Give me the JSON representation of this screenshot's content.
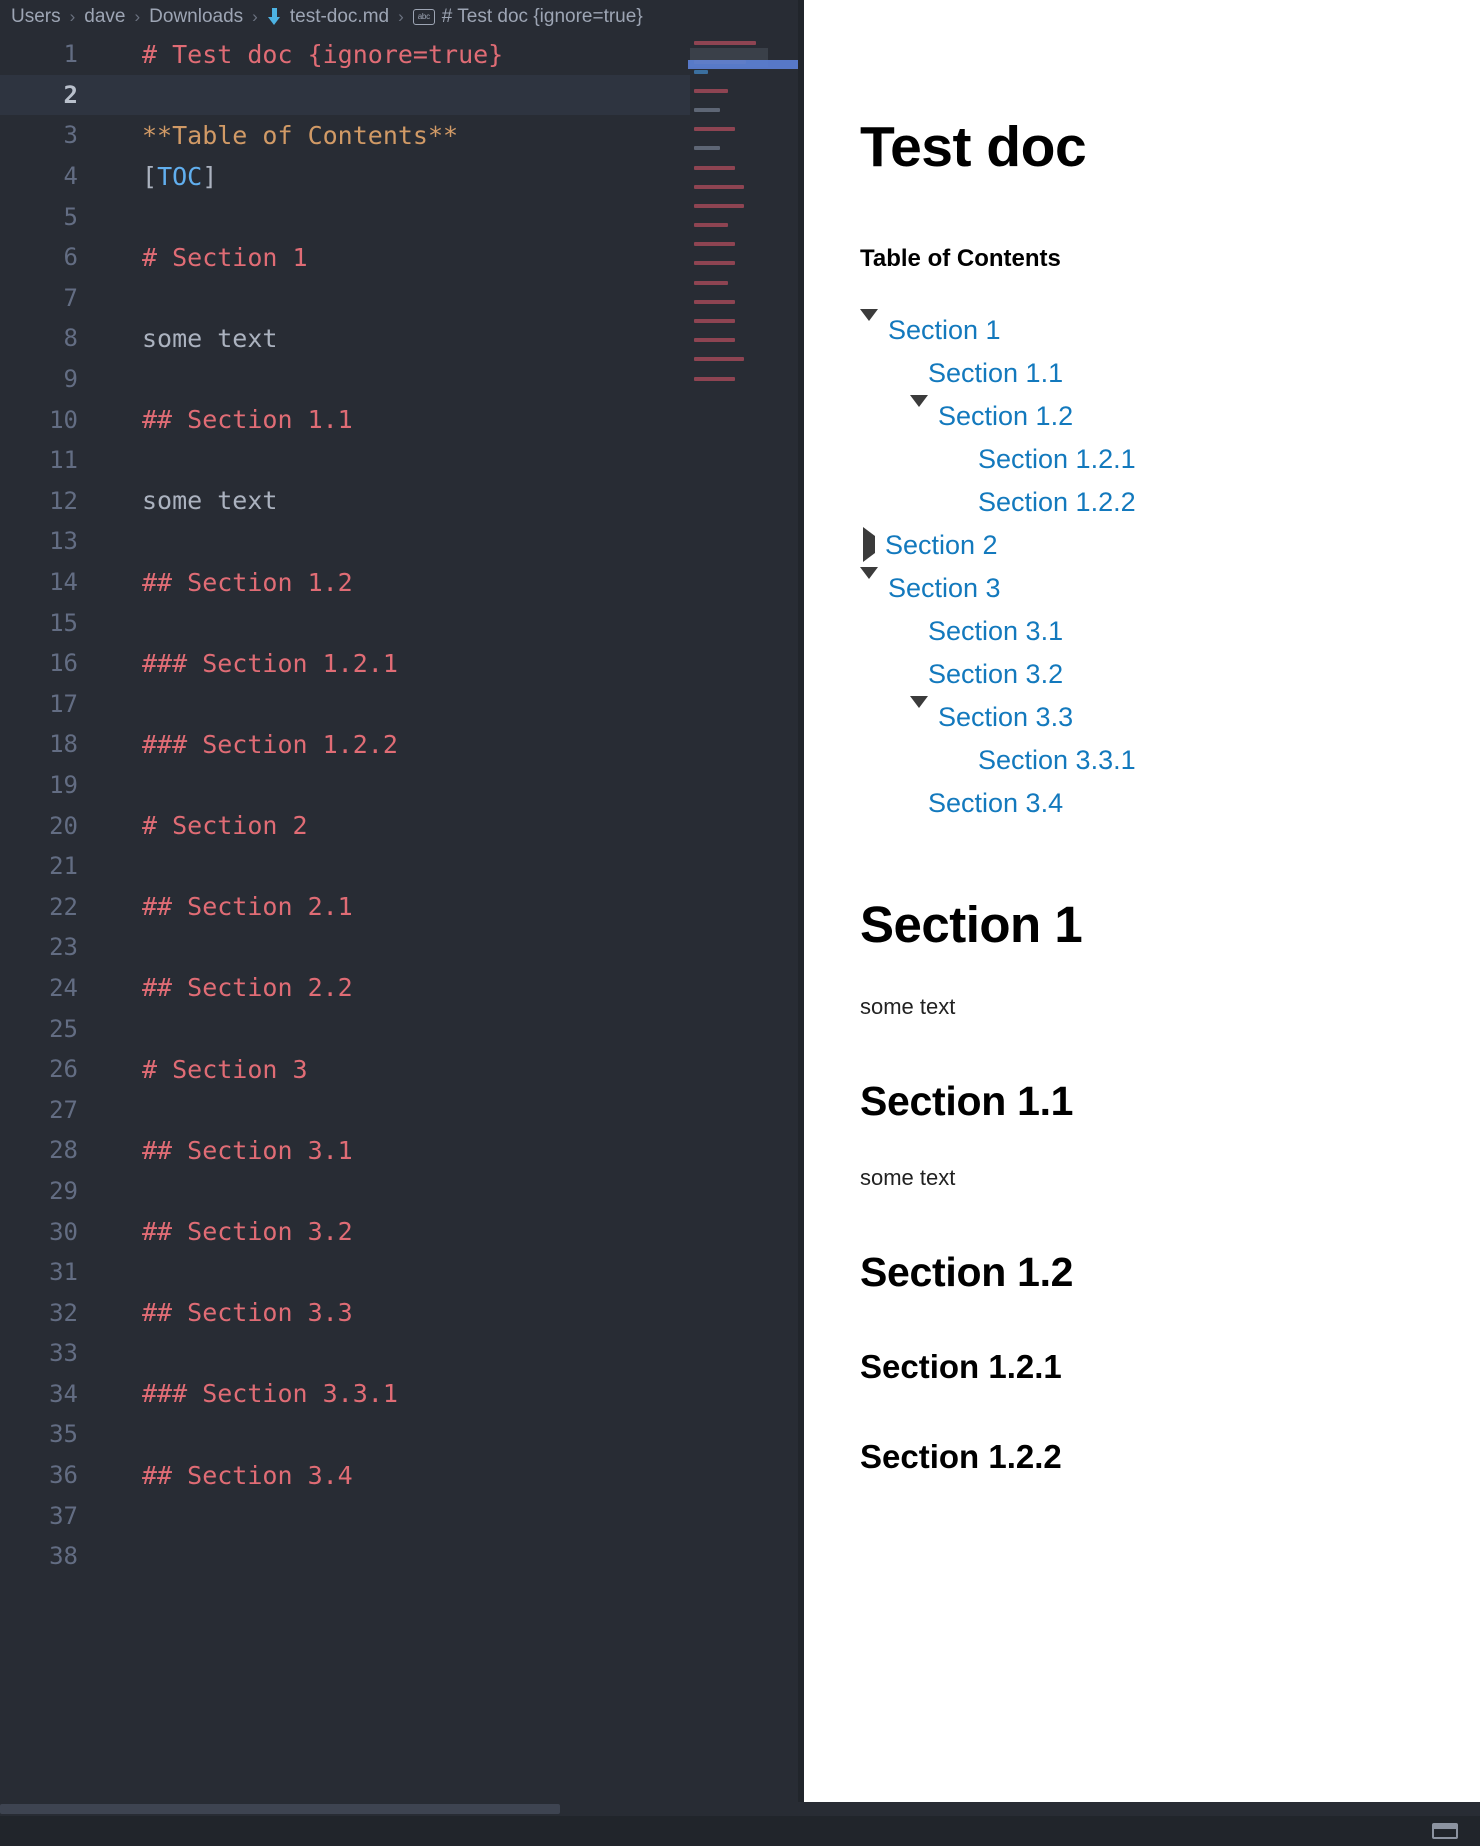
{
  "window": {
    "theme_bg": "#282c34",
    "accent": "#61afef",
    "link_color": "#1379bd"
  },
  "breadcrumb": {
    "items": [
      {
        "label": "Users",
        "icon": ""
      },
      {
        "label": "dave",
        "icon": ""
      },
      {
        "label": "Downloads",
        "icon": ""
      },
      {
        "label": "test-doc.md",
        "icon": "download-arrow-icon"
      },
      {
        "label": "# Test doc {ignore=true}",
        "icon": "abc-icon"
      }
    ],
    "separator": "›"
  },
  "editor": {
    "current_line": 2,
    "lines": [
      {
        "n": 1,
        "tokens": [
          {
            "t": "# Test doc {ignore=true}",
            "c": "tok-head"
          }
        ]
      },
      {
        "n": 2,
        "tokens": []
      },
      {
        "n": 3,
        "tokens": [
          {
            "t": "**Table of Contents**",
            "c": "tok-bold"
          }
        ]
      },
      {
        "n": 4,
        "tokens": [
          {
            "t": "[",
            "c": "tok-brk"
          },
          {
            "t": "TOC",
            "c": "tok-toc"
          },
          {
            "t": "]",
            "c": "tok-brk"
          }
        ]
      },
      {
        "n": 5,
        "tokens": []
      },
      {
        "n": 6,
        "tokens": [
          {
            "t": "# Section 1",
            "c": "tok-head"
          }
        ]
      },
      {
        "n": 7,
        "tokens": []
      },
      {
        "n": 8,
        "tokens": [
          {
            "t": "some text",
            "c": "tok-plain"
          }
        ]
      },
      {
        "n": 9,
        "tokens": []
      },
      {
        "n": 10,
        "tokens": [
          {
            "t": "## Section 1.1",
            "c": "tok-head"
          }
        ]
      },
      {
        "n": 11,
        "tokens": []
      },
      {
        "n": 12,
        "tokens": [
          {
            "t": "some text",
            "c": "tok-plain"
          }
        ]
      },
      {
        "n": 13,
        "tokens": []
      },
      {
        "n": 14,
        "tokens": [
          {
            "t": "## Section 1.2",
            "c": "tok-head"
          }
        ]
      },
      {
        "n": 15,
        "tokens": []
      },
      {
        "n": 16,
        "tokens": [
          {
            "t": "### Section 1.2.1",
            "c": "tok-head"
          }
        ]
      },
      {
        "n": 17,
        "tokens": []
      },
      {
        "n": 18,
        "tokens": [
          {
            "t": "### Section 1.2.2",
            "c": "tok-head"
          }
        ]
      },
      {
        "n": 19,
        "tokens": []
      },
      {
        "n": 20,
        "tokens": [
          {
            "t": "# Section 2",
            "c": "tok-head"
          }
        ]
      },
      {
        "n": 21,
        "tokens": []
      },
      {
        "n": 22,
        "tokens": [
          {
            "t": "## Section 2.1",
            "c": "tok-head"
          }
        ]
      },
      {
        "n": 23,
        "tokens": []
      },
      {
        "n": 24,
        "tokens": [
          {
            "t": "## Section 2.2",
            "c": "tok-head"
          }
        ]
      },
      {
        "n": 25,
        "tokens": []
      },
      {
        "n": 26,
        "tokens": [
          {
            "t": "# Section 3",
            "c": "tok-head"
          }
        ]
      },
      {
        "n": 27,
        "tokens": []
      },
      {
        "n": 28,
        "tokens": [
          {
            "t": "## Section 3.1",
            "c": "tok-head"
          }
        ]
      },
      {
        "n": 29,
        "tokens": []
      },
      {
        "n": 30,
        "tokens": [
          {
            "t": "## Section 3.2",
            "c": "tok-head"
          }
        ]
      },
      {
        "n": 31,
        "tokens": []
      },
      {
        "n": 32,
        "tokens": [
          {
            "t": "## Section 3.3",
            "c": "tok-head"
          }
        ]
      },
      {
        "n": 33,
        "tokens": []
      },
      {
        "n": 34,
        "tokens": [
          {
            "t": "### Section 3.3.1",
            "c": "tok-head"
          }
        ]
      },
      {
        "n": 35,
        "tokens": []
      },
      {
        "n": 36,
        "tokens": [
          {
            "t": "## Section 3.4",
            "c": "tok-head"
          }
        ]
      },
      {
        "n": 37,
        "tokens": []
      },
      {
        "n": 38,
        "tokens": []
      }
    ]
  },
  "minimap": {
    "rows": [
      {
        "kind": "mm-h",
        "w": 62,
        "cur": false
      },
      {
        "kind": "",
        "w": 0,
        "cur": true
      },
      {
        "kind": "mm-b",
        "w": 52,
        "cur": true
      },
      {
        "kind": "mm-t",
        "w": 14,
        "cur": false
      },
      {
        "kind": "",
        "w": 0,
        "cur": false
      },
      {
        "kind": "mm-h",
        "w": 34,
        "cur": false
      },
      {
        "kind": "",
        "w": 0,
        "cur": false
      },
      {
        "kind": "mm-p",
        "w": 26,
        "cur": false
      },
      {
        "kind": "",
        "w": 0,
        "cur": false
      },
      {
        "kind": "mm-h",
        "w": 41,
        "cur": false
      },
      {
        "kind": "",
        "w": 0,
        "cur": false
      },
      {
        "kind": "mm-p",
        "w": 26,
        "cur": false
      },
      {
        "kind": "",
        "w": 0,
        "cur": false
      },
      {
        "kind": "mm-h",
        "w": 41,
        "cur": false
      },
      {
        "kind": "",
        "w": 0,
        "cur": false
      },
      {
        "kind": "mm-h",
        "w": 50,
        "cur": false
      },
      {
        "kind": "",
        "w": 0,
        "cur": false
      },
      {
        "kind": "mm-h",
        "w": 50,
        "cur": false
      },
      {
        "kind": "",
        "w": 0,
        "cur": false
      },
      {
        "kind": "mm-h",
        "w": 34,
        "cur": false
      },
      {
        "kind": "",
        "w": 0,
        "cur": false
      },
      {
        "kind": "mm-h",
        "w": 41,
        "cur": false
      },
      {
        "kind": "",
        "w": 0,
        "cur": false
      },
      {
        "kind": "mm-h",
        "w": 41,
        "cur": false
      },
      {
        "kind": "",
        "w": 0,
        "cur": false
      },
      {
        "kind": "mm-h",
        "w": 34,
        "cur": false
      },
      {
        "kind": "",
        "w": 0,
        "cur": false
      },
      {
        "kind": "mm-h",
        "w": 41,
        "cur": false
      },
      {
        "kind": "",
        "w": 0,
        "cur": false
      },
      {
        "kind": "mm-h",
        "w": 41,
        "cur": false
      },
      {
        "kind": "",
        "w": 0,
        "cur": false
      },
      {
        "kind": "mm-h",
        "w": 41,
        "cur": false
      },
      {
        "kind": "",
        "w": 0,
        "cur": false
      },
      {
        "kind": "mm-h",
        "w": 50,
        "cur": false
      },
      {
        "kind": "",
        "w": 0,
        "cur": false
      },
      {
        "kind": "mm-h",
        "w": 41,
        "cur": false
      },
      {
        "kind": "",
        "w": 0,
        "cur": false
      }
    ]
  },
  "preview": {
    "title": "Test doc",
    "toc_label": "Table of Contents",
    "toc": [
      {
        "label": "Section 1",
        "level": 1,
        "marker": "triangle-down"
      },
      {
        "label": "Section 1.1",
        "level": 2,
        "marker": "square"
      },
      {
        "label": "Section 1.2",
        "level": 2,
        "marker": "triangle-down"
      },
      {
        "label": "Section 1.2.1",
        "level": 3,
        "marker": "square"
      },
      {
        "label": "Section 1.2.2",
        "level": 3,
        "marker": "square"
      },
      {
        "label": "Section 2",
        "level": 1,
        "marker": "triangle-right"
      },
      {
        "label": "Section 3",
        "level": 1,
        "marker": "triangle-down"
      },
      {
        "label": "Section 3.1",
        "level": 2,
        "marker": "square"
      },
      {
        "label": "Section 3.2",
        "level": 2,
        "marker": "square"
      },
      {
        "label": "Section 3.3",
        "level": 2,
        "marker": "triangle-down"
      },
      {
        "label": "Section 3.3.1",
        "level": 3,
        "marker": "square"
      },
      {
        "label": "Section 3.4",
        "level": 2,
        "marker": "square"
      }
    ],
    "body": [
      {
        "type": "h1",
        "text": "Section 1"
      },
      {
        "type": "p",
        "text": "some text"
      },
      {
        "type": "h2",
        "text": "Section 1.1"
      },
      {
        "type": "p",
        "text": "some text"
      },
      {
        "type": "h2",
        "text": "Section 1.2"
      },
      {
        "type": "h3",
        "text": "Section 1.2.1"
      },
      {
        "type": "h3",
        "text": "Section 1.2.2"
      }
    ]
  },
  "statusbar": {
    "icon": "panel-layout-icon"
  }
}
